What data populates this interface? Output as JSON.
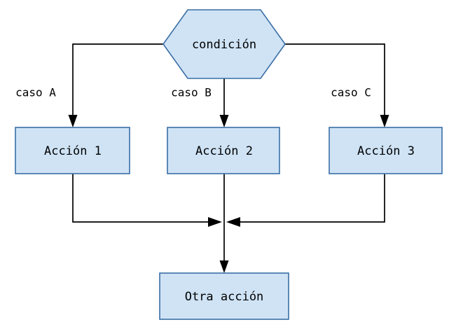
{
  "diagram": {
    "title": "condicion-flowchart",
    "colors": {
      "node_fill": "#cfe3f5",
      "node_border": "#3a6ea5",
      "connector": "#000000",
      "background": "#ffffff",
      "text": "#000000"
    },
    "decision": {
      "label": "condición",
      "shape": "hexagon"
    },
    "branch_labels": [
      {
        "label": "caso A"
      },
      {
        "label": "caso B"
      },
      {
        "label": "caso C"
      }
    ],
    "actions": [
      {
        "label": "Acción 1"
      },
      {
        "label": "Acción 2"
      },
      {
        "label": "Acción 3"
      }
    ],
    "merge_action": {
      "label": "Otra acción",
      "shape": "rectangle"
    }
  }
}
